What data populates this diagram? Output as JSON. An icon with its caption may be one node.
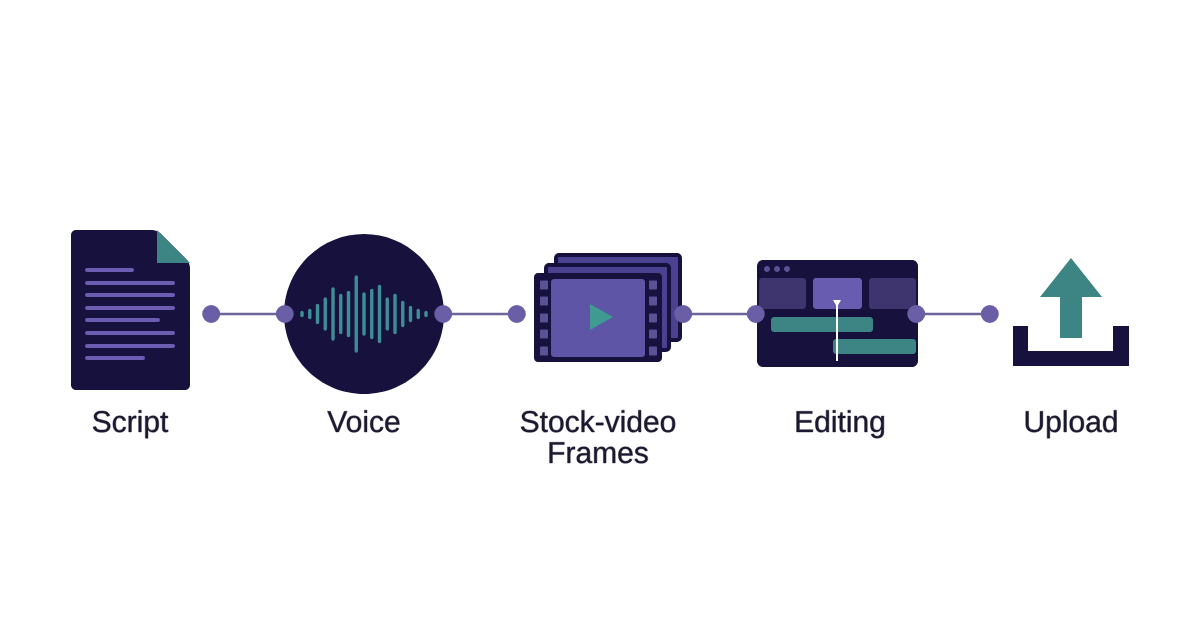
{
  "diagram": {
    "nodes": [
      {
        "text": [
          "Script"
        ]
      },
      {
        "text": [
          "Voice"
        ]
      },
      {
        "text": [
          "Stock-video Frames"
        ]
      },
      {
        "text": [
          "Editing"
        ]
      },
      {
        "text": [
          "Upload"
        ]
      }
    ],
    "edges": [
      {
        "from": 0,
        "to": 1,
        "arrow": "other"
      },
      {
        "from": 1,
        "to": 2,
        "arrow": "other"
      },
      {
        "from": 2,
        "to": 3,
        "arrow": "other"
      },
      {
        "from": 3,
        "to": 4,
        "arrow": "other"
      }
    ]
  }
}
